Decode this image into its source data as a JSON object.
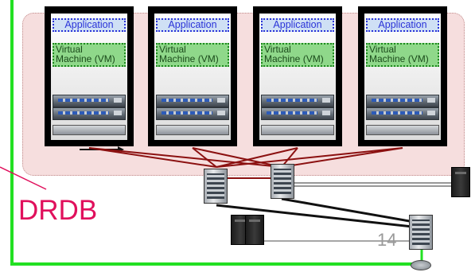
{
  "diagram": {
    "racks": [
      {
        "application_label": "Application",
        "vm_label_line1": "Virtual",
        "vm_label_line2": "Machine (VM)"
      },
      {
        "application_label": "Application",
        "vm_label_line1": "Virtual",
        "vm_label_line2": "Machine (VM)"
      },
      {
        "application_label": "Application",
        "vm_label_line1": "Virtual",
        "vm_label_line2": "Machine (VM)"
      },
      {
        "application_label": "Application",
        "vm_label_line1": "Virtual",
        "vm_label_line2": "Machine (VM)"
      }
    ],
    "drdb_label": "DRDB",
    "page_number": "14"
  },
  "colors": {
    "green_link": "#22e022",
    "red_link": "#8b1010",
    "dark_link": "#111111",
    "drdb_text": "#e0105c",
    "cluster_background": "#f6dede"
  }
}
